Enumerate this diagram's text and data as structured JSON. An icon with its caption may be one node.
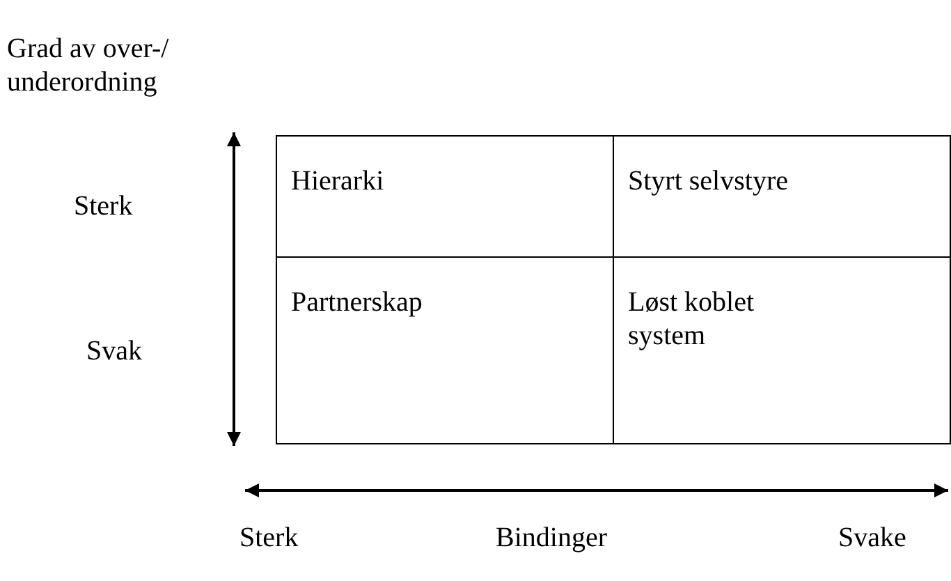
{
  "diagram": {
    "labels": [
      "Grad av over-/ underordning",
      "Sterk",
      "Svak",
      "Hierarki",
      "Styrt selvstyre",
      "Partnerskap",
      "Løst koblet system",
      "Sterk",
      "Bindinger",
      "Svake"
    ]
  }
}
